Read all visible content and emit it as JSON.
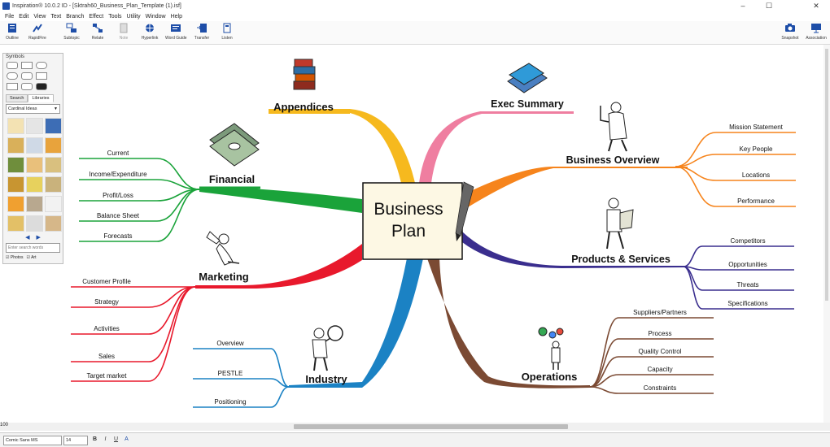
{
  "window": {
    "title": "Inspiration® 10.0.2 ID - [Sktrah60_Business_Plan_Template (1).isf]",
    "minimize_glyph": "–",
    "maximize_glyph": "☐",
    "close_glyph": "✕"
  },
  "menu": [
    "File",
    "Edit",
    "View",
    "Text",
    "Branch",
    "Effect",
    "Tools",
    "Utility",
    "Window",
    "Help"
  ],
  "toolbar": {
    "left": [
      {
        "label": "Outline",
        "icon": "outline-view-icon"
      },
      {
        "label": "RapidFire",
        "icon": "rapidfire-icon"
      },
      {
        "label": "Subtopic",
        "icon": "subtopic-icon"
      },
      {
        "label": "Relate",
        "icon": "relate-icon"
      },
      {
        "label": "Note",
        "icon": "note-icon",
        "disabled": true
      },
      {
        "label": "Hyperlink",
        "icon": "hyperlink-icon"
      },
      {
        "label": "Word Guide",
        "icon": "word-guide-icon"
      },
      {
        "label": "Transfer",
        "icon": "transfer-icon"
      },
      {
        "label": "Listen",
        "icon": "listen-icon"
      }
    ],
    "right": [
      {
        "label": "Snapshot",
        "icon": "camera-icon"
      },
      {
        "label": "Association",
        "icon": "presentation-icon"
      }
    ]
  },
  "symbols_panel": {
    "title": "Symbols",
    "tabs": [
      "Search",
      "Libraries"
    ],
    "active_tab": "Libraries",
    "library_select": "Cardinal Ideas",
    "search_placeholder": "Enter search words",
    "checks": [
      "Photos",
      "Art"
    ],
    "nav": [
      "◀",
      "▶"
    ]
  },
  "mindmap": {
    "center": {
      "line1": "Business",
      "line2": "Plan"
    },
    "colors": {
      "appendices": "#f6b91e",
      "exec_summary": "#ef7ea0",
      "overview": "#f6841c",
      "financial": "#1aa33a",
      "marketing": "#e8192c",
      "products": "#3a2e8e",
      "industry": "#1b82c4",
      "operations": "#7b4a33"
    },
    "topics": {
      "appendices": {
        "label": "Appendices",
        "icon": "books-stack-icon",
        "subtopics": []
      },
      "exec_summary": {
        "label": "Exec Summary",
        "icon": "books-pile-icon",
        "subtopics": []
      },
      "overview": {
        "label": "Business Overview",
        "icon": "thumbs-up-person-icon",
        "subtopics": [
          "Mission Statement",
          "Key People",
          "Locations",
          "Performance"
        ]
      },
      "financial": {
        "label": "Financial",
        "icon": "money-stack-icon",
        "subtopics": [
          "Current",
          "Income/Expenditure",
          "Profit/Loss",
          "Balance Sheet",
          "Forecasts"
        ]
      },
      "marketing": {
        "label": "Marketing",
        "icon": "megaphone-person-icon",
        "subtopics": [
          "Customer Profile",
          "Strategy",
          "Activities",
          "Sales",
          "Target market"
        ]
      },
      "products": {
        "label": "Products & Services",
        "icon": "grocery-person-icon",
        "subtopics": [
          "Competitors",
          "Opportunities",
          "Threats",
          "Specifications"
        ]
      },
      "industry": {
        "label": "Industry",
        "icon": "magnifier-person-icon",
        "subtopics": [
          "Overview",
          "PESTLE",
          "Positioning"
        ]
      },
      "operations": {
        "label": "Operations",
        "icon": "gears-person-icon",
        "subtopics": [
          "Suppliers/Partners",
          "Process",
          "Quality Control",
          "Capacity",
          "Constraints"
        ]
      }
    }
  },
  "status": {
    "zoom": "100"
  },
  "format_bar": {
    "font": "Comic Sans MS",
    "size": "14",
    "buttons": [
      "B",
      "I",
      "U",
      "A"
    ]
  }
}
